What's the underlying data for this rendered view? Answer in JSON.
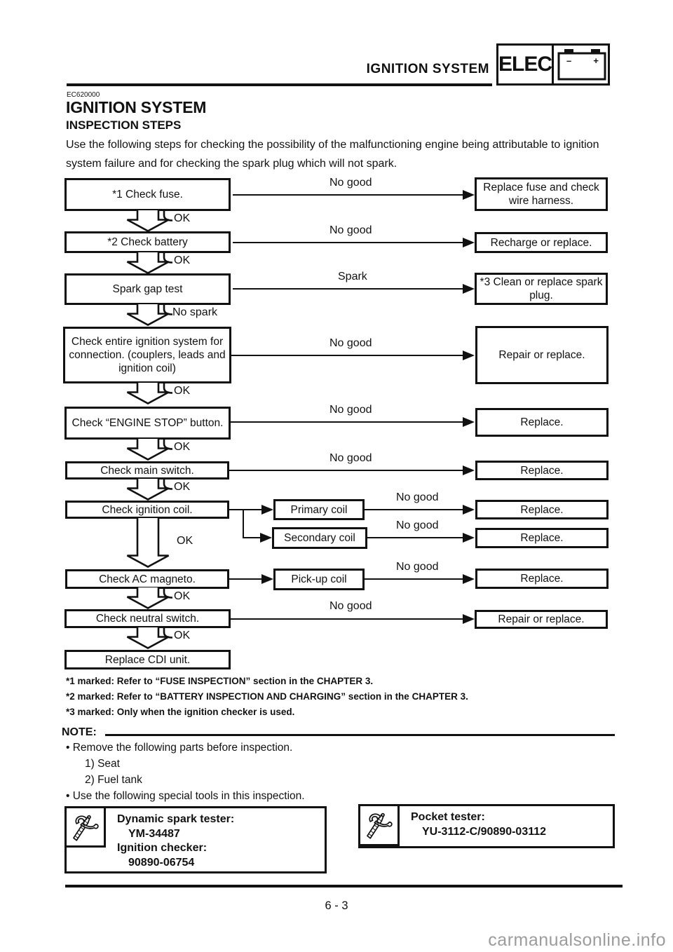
{
  "header": {
    "running_title": "IGNITION SYSTEM",
    "badge_label": "ELEC",
    "battery_minus": "–",
    "battery_plus": "+"
  },
  "intro": {
    "code": "EC620000",
    "title": "IGNITION SYSTEM",
    "subtitle": "INSPECTION STEPS",
    "body": "Use the following steps for checking the possibility of the malfunctioning engine being attributable to ignition system failure and for checking the spark plug which will not spark."
  },
  "flowchart": {
    "labels": {
      "ok": "OK",
      "no_good": "No good",
      "spark": "Spark",
      "no_spark": "No spark"
    },
    "steps": {
      "check_fuse": "*1 Check fuse.",
      "check_battery": "*2 Check battery",
      "spark_gap_test": "Spark gap test",
      "check_ignition_system": "Check entire ignition system for connection. (couplers, leads and ignition coil)",
      "check_engine_stop": "Check “ENGINE STOP” button.",
      "check_main_switch": "Check main switch.",
      "check_ignition_coil": "Check ignition coil.",
      "primary_coil": "Primary coil",
      "secondary_coil": "Secondary coil",
      "check_ac_magneto": "Check AC magneto.",
      "pickup_coil": "Pick-up coil",
      "check_neutral_switch": "Check neutral switch.",
      "replace_cdi": "Replace CDI unit."
    },
    "actions": {
      "replace_fuse": "Replace fuse and check wire harness.",
      "recharge": "Recharge or replace.",
      "clean_plug": "*3 Clean or replace spark plug.",
      "repair_or_replace": "Repair or replace.",
      "replace": "Replace."
    }
  },
  "footnotes": [
    "*1 marked: Refer to “FUSE INSPECTION” section in the CHAPTER 3.",
    "*2 marked: Refer to “BATTERY INSPECTION AND CHARGING” section in the CHAPTER 3.",
    "*3 marked: Only when the ignition checker is used."
  ],
  "note": {
    "label": "NOTE:",
    "items": [
      "• Remove the following parts before inspection.",
      "1) Seat",
      "2) Fuel tank",
      "• Use the following special tools in this inspection."
    ]
  },
  "tools": {
    "left": {
      "lines": [
        "Dynamic spark tester:",
        "YM-34487",
        "Ignition checker:",
        "90890-06754"
      ]
    },
    "right": {
      "lines": [
        "Pocket tester:",
        "YU-3112-C/90890-03112"
      ]
    }
  },
  "footer": {
    "page_number": "6 - 3",
    "watermark": "carmanualsonline.info"
  }
}
